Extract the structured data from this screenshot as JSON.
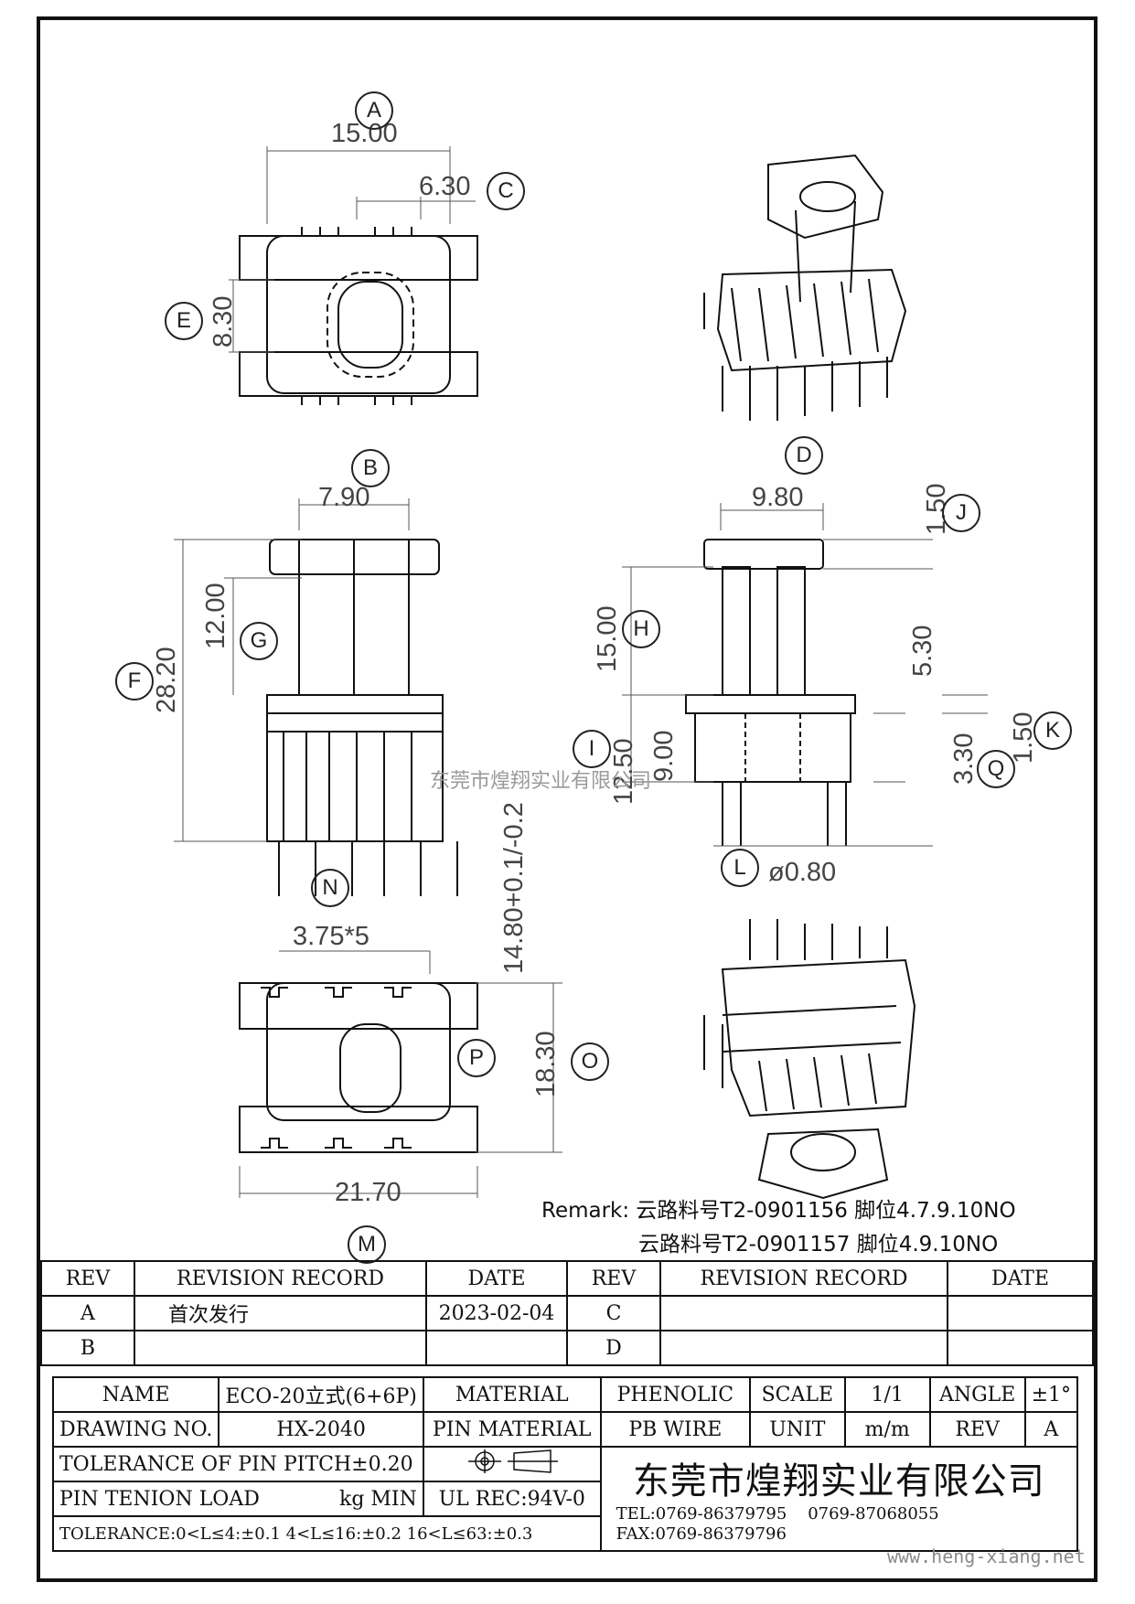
{
  "dimensions": {
    "a": "15.00",
    "c": "6.30",
    "e": "8.30",
    "b": "7.90",
    "d": "9.80",
    "j": "1.50",
    "f": "28.20",
    "g": "12.00",
    "h": "15.00",
    "h2": "5.30",
    "i": "12.50",
    "i2": "9.00",
    "q": "3.30",
    "k": "1.50",
    "l": "ø0.80",
    "n_center": "14.80+0.1/-0.2",
    "n_pitch": "3.75*5",
    "o": "18.30",
    "m": "21.70"
  },
  "callouts": [
    "A",
    "B",
    "C",
    "D",
    "E",
    "F",
    "G",
    "H",
    "I",
    "J",
    "K",
    "L",
    "M",
    "N",
    "O",
    "P",
    "Q"
  ],
  "watermark": "东莞市煌翔实业有限公司",
  "remarks": [
    "Remark: 云路料号T2-0901156  脚位4.7.9.10NO",
    "云路料号T2-0901157  脚位4.9.10NO"
  ],
  "revision_table": {
    "headers": [
      "REV",
      "REVISION RECORD",
      "DATE",
      "REV",
      "REVISION RECORD",
      "DATE"
    ],
    "rows": [
      {
        "rev": "A",
        "record": "首次发行",
        "date": "2023-02-04",
        "rev2": "C",
        "record2": "",
        "date2": ""
      },
      {
        "rev": "B",
        "record": "",
        "date": "",
        "rev2": "D",
        "record2": "",
        "date2": ""
      }
    ]
  },
  "title_block": {
    "name_label": "NAME",
    "name_value": "ECO-20立式(6+6P)",
    "material_label": "MATERIAL",
    "material_value": "PHENOLIC",
    "scale_label": "SCALE",
    "scale_value": "1/1",
    "angle_label": "ANGLE",
    "angle_value": "±1°",
    "drawing_no_label": "DRAWING NO.",
    "drawing_no_value": "HX-2040",
    "pin_material_label": "PIN MATERIAL",
    "pin_material_value": "PB WIRE",
    "unit_label": "UNIT",
    "unit_value": "m/m",
    "rev_label": "REV",
    "rev_value": "A",
    "tolerance_pitch": "TOLERANCE OF PIN PITCH±0.20",
    "pin_tension_label": "PIN TENION LOAD",
    "pin_tension_value": "kg MIN",
    "ul": "UL REC:94V-0",
    "tolerance_general": "TOLERANCE:0<L≤4:±0.1  4<L≤16:±0.2  16<L≤63:±0.3",
    "company": "东莞市煌翔实业有限公司",
    "tel": "TEL:0769-86379795",
    "tel2": "0769-87068055",
    "fax": "FAX:0769-86379796"
  },
  "website": "www.heng-xiang.net"
}
